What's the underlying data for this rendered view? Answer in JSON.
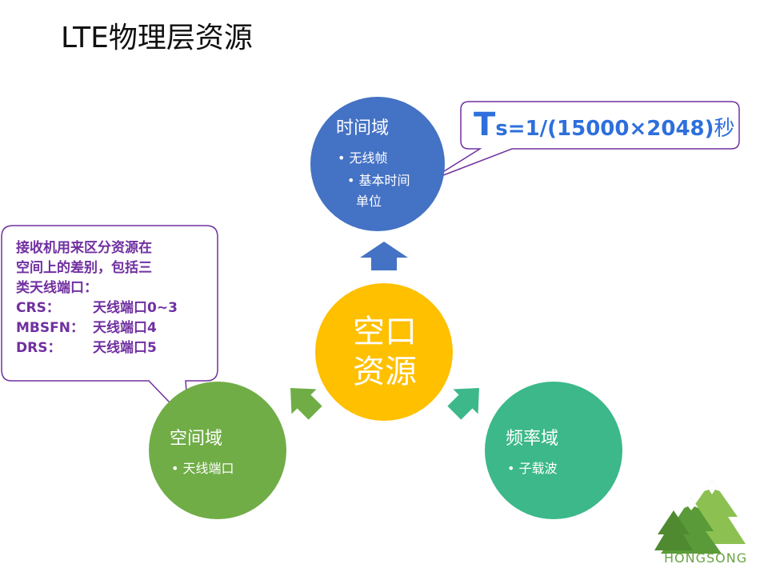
{
  "title": "LTE物理层资源",
  "center": {
    "line1": "空口",
    "line2": "资源"
  },
  "time_domain": {
    "title": "时间域",
    "item1": "无线帧",
    "item2_line1": "基本时间",
    "item2_line2": "单位"
  },
  "space_domain": {
    "title": "空间域",
    "item1": "天线端口"
  },
  "freq_domain": {
    "title": "频率域",
    "item1": "子载波"
  },
  "ts_callout": {
    "ts_T": "T",
    "ts_s": "s",
    "rest": "=1/(15000×2048)",
    "unit": "秒"
  },
  "space_callout": {
    "line1": "接收机用来区分资源在",
    "line2": "空间上的差别，包括三",
    "line3": "类天线端口：",
    "ports": [
      {
        "key": "CRS：",
        "value": "天线端口0~3"
      },
      {
        "key": "MBSFN：",
        "value": "天线端口4"
      },
      {
        "key": "DRS：",
        "value": "天线端口5"
      }
    ]
  },
  "logo": {
    "text": "HONGSONG"
  },
  "colors": {
    "time": "#4472c4",
    "center": "#ffc000",
    "space": "#70ad47",
    "freq": "#3cb88a",
    "callout_border": "#7030a0",
    "callout_text": "#7030a0",
    "ts_text": "#2e6fdc"
  }
}
